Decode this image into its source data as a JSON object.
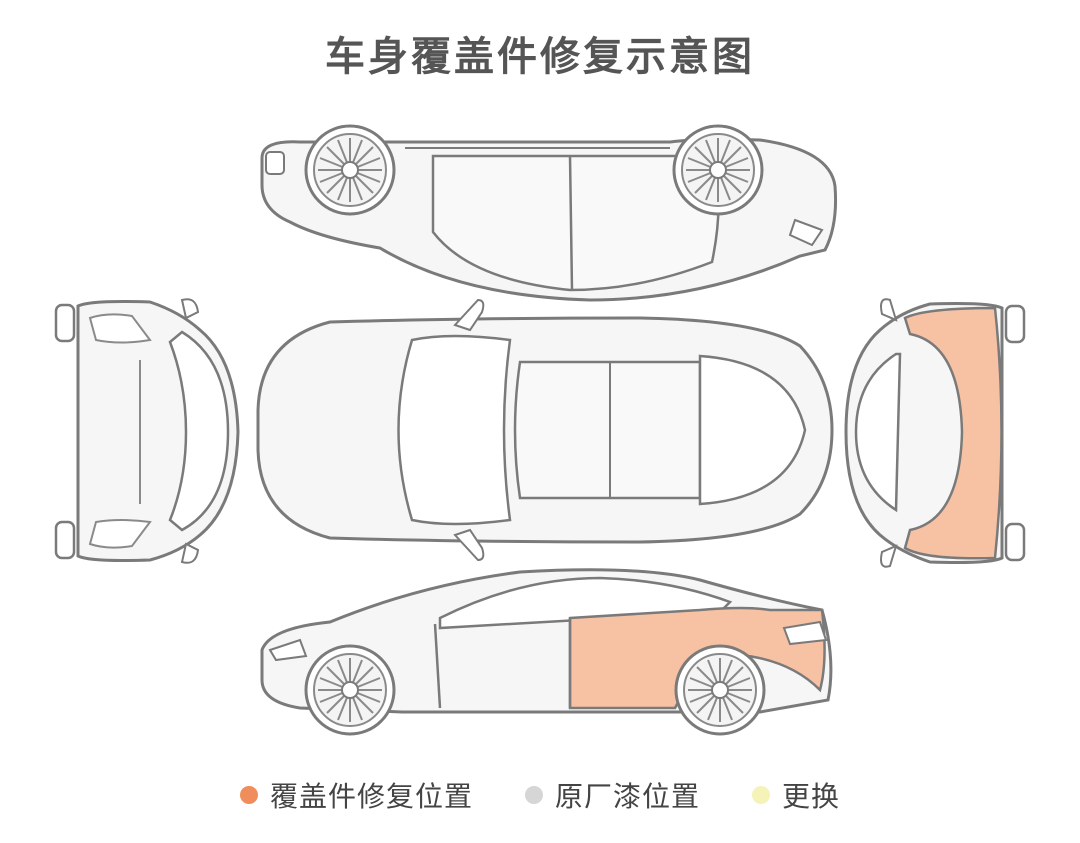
{
  "title": "车身覆盖件修复示意图",
  "colors": {
    "repair": "#F08E5B",
    "repair_fill": "#F7C2A4",
    "original_paint": "#D6D6D6",
    "replace": "#F6F3B8",
    "outline": "#7A7A7A",
    "body": "#F6F6F6"
  },
  "views": [
    "top-view",
    "front-view",
    "roof-view",
    "rear-view",
    "side-view"
  ],
  "repaired_panels": [
    "rear-bumper",
    "right-rear-door",
    "right-rear-quarter-panel"
  ],
  "legend": [
    {
      "label": "覆盖件修复位置",
      "color": "#F08E5B"
    },
    {
      "label": "原厂漆位置",
      "color": "#D6D6D6"
    },
    {
      "label": "更换",
      "color": "#F6F3B8"
    }
  ]
}
